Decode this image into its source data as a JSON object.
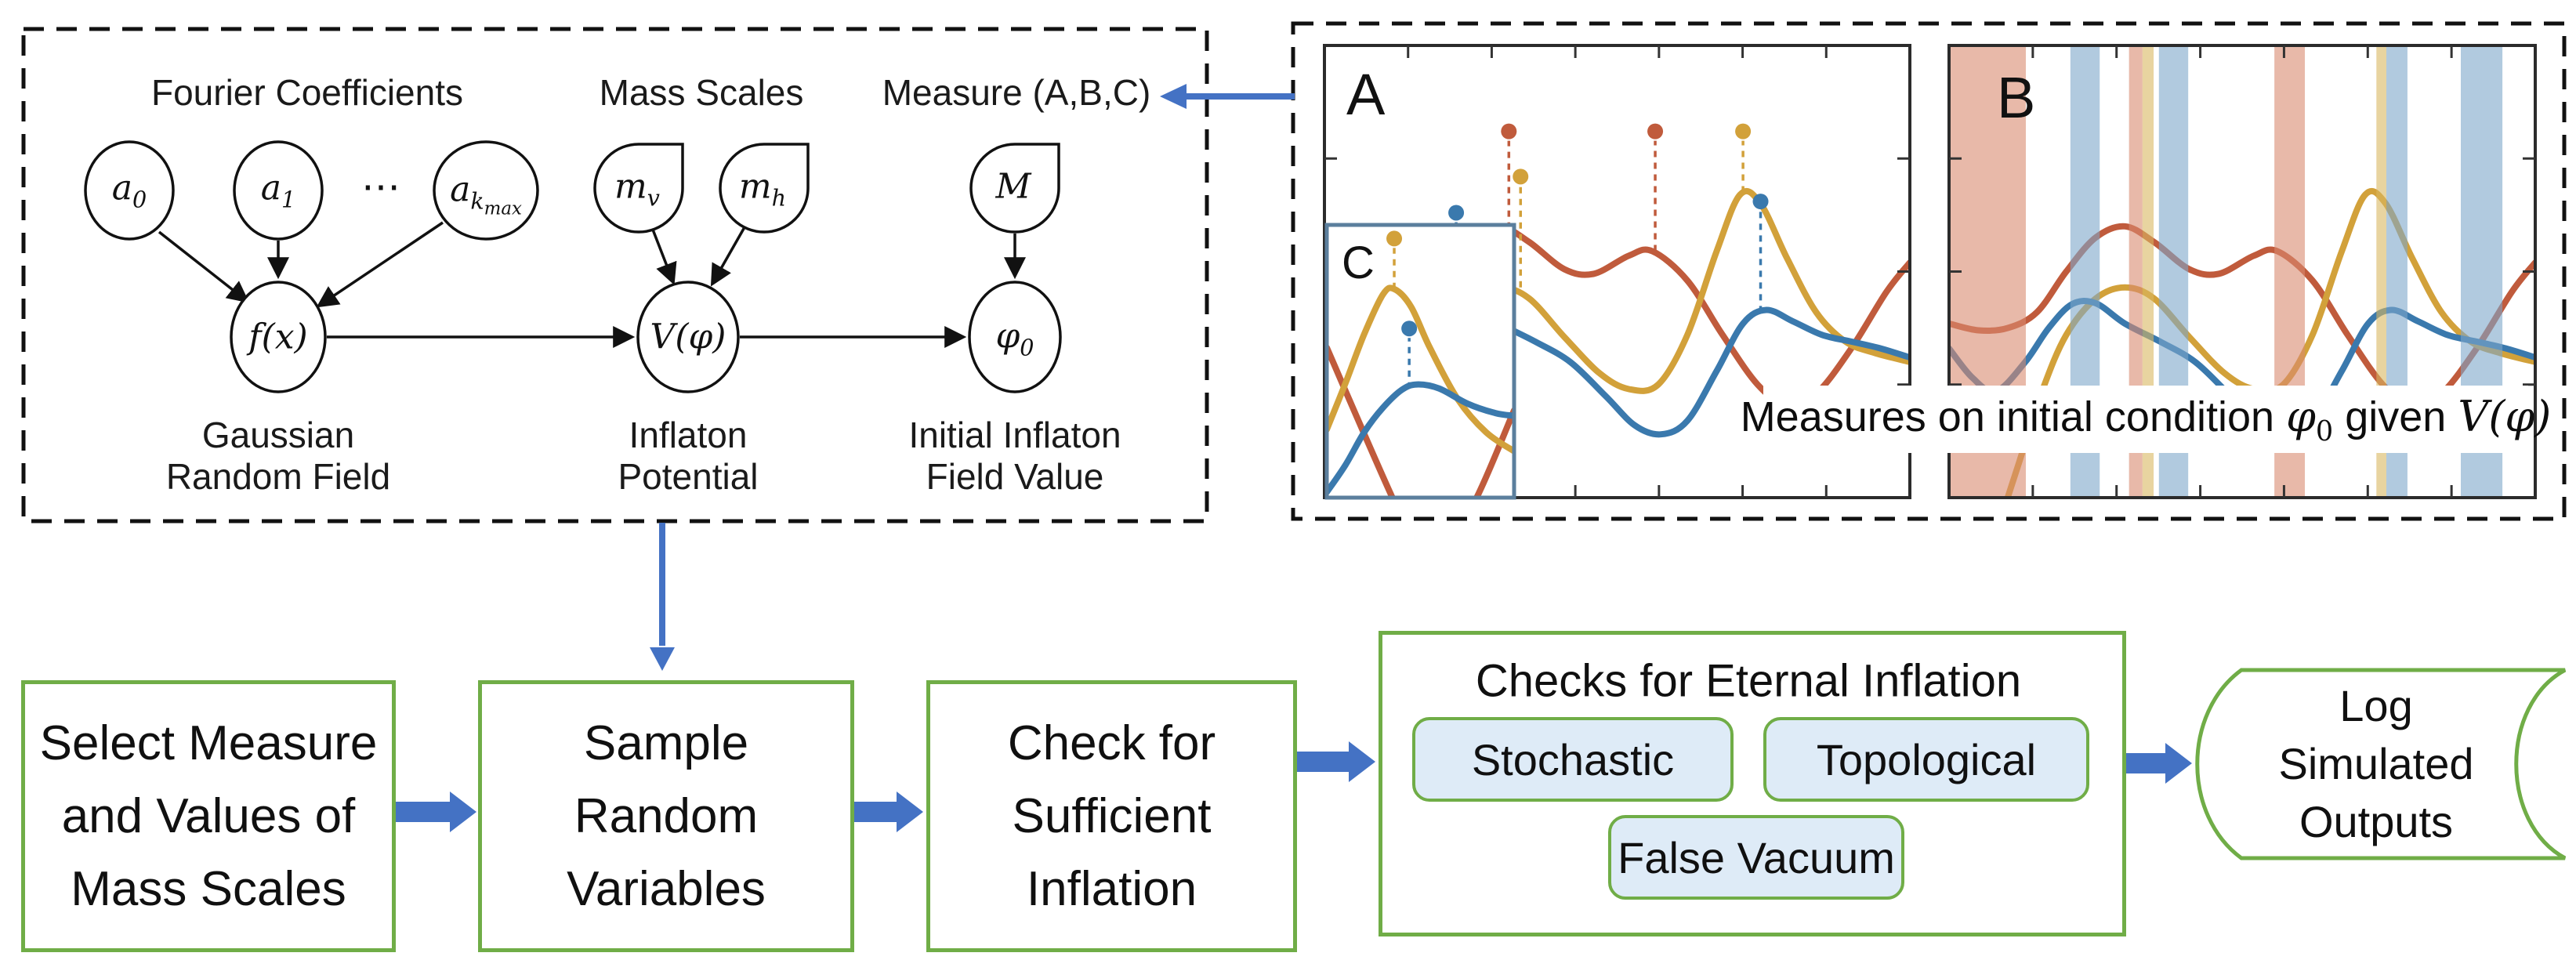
{
  "colors": {
    "accent_blue_arrow": "#4472C4",
    "flow_green": "#70AD47",
    "pill_fill": "#DEEBF7",
    "node_stroke": "#111111",
    "dashed_border": "#111111",
    "series_red": "#c05b3c",
    "series_yellow": "#d2a13a",
    "series_blue": "#3a79ad",
    "band_red": "#d88a70",
    "band_blue": "#7da7c9",
    "band_yellow": "#d8b860",
    "inset_border": "#5b7f9d"
  },
  "model": {
    "group_titles": [
      {
        "text": "Fourier Coefficients"
      },
      {
        "text": "Mass Scales"
      },
      {
        "text": "Measure (A,B,C)"
      }
    ],
    "nodes": {
      "a0": {
        "label_html": "a<sub>0</sub>"
      },
      "a1": {
        "label_html": "a<sub>1</sub>"
      },
      "dots": {
        "label": "⋯"
      },
      "akmax": {
        "label_html": "a<sub>k<sub>max</sub></sub>"
      },
      "mv": {
        "label_html": "m<sub>v</sub>"
      },
      "mh": {
        "label_html": "m<sub>h</sub>"
      },
      "M": {
        "label_html": "M"
      },
      "fx": {
        "label_html": "f(x)"
      },
      "vphi": {
        "label_html": "V(φ)"
      },
      "phi0": {
        "label_html": "φ<sub>0</sub>"
      }
    },
    "node_captions": {
      "fx": [
        "Gaussian",
        "Random Field"
      ],
      "vphi": [
        "Inflaton",
        "Potential"
      ],
      "phi0": [
        "Initial Inflaton",
        "Field Value"
      ]
    }
  },
  "right_panel": {
    "caption_text": "Measures on initial condition φ0 given V(φ)",
    "caption_html": "Measures on initial condition <span class=\"m\">φ<sub>0</sub></span> given <span class=\"m\">V(φ)</span>"
  },
  "flow": {
    "boxes": [
      {
        "lines": [
          "Select Measure",
          "and Values of",
          "Mass Scales"
        ]
      },
      {
        "lines": [
          "Sample",
          "Random",
          "Variables"
        ]
      },
      {
        "lines": [
          "Check for",
          "Sufficient",
          "Inflation"
        ]
      }
    ],
    "checks": {
      "title": "Checks for Eternal Inflation",
      "items": [
        "Stochastic",
        "Topological",
        "False Vacuum"
      ]
    },
    "output": {
      "lines": [
        "Log",
        "Simulated",
        "Outputs"
      ]
    }
  },
  "chart_data": [
    {
      "id": "A",
      "type": "line",
      "label": "A",
      "title": "",
      "xlabel": "",
      "ylabel": "",
      "x_range": [
        0,
        1
      ],
      "y_range": [
        0,
        1
      ],
      "grid": false,
      "ticks": {
        "top": 6,
        "bottom": 6,
        "left": 3,
        "right": 3
      },
      "series": [
        {
          "name": "potential-red",
          "color": "#c05b3c",
          "points": [
            [
              0,
              0.385
            ],
            [
              0.05,
              0.37
            ],
            [
              0.1,
              0.375
            ],
            [
              0.15,
              0.41
            ],
            [
              0.2,
              0.5
            ],
            [
              0.25,
              0.575
            ],
            [
              0.3,
              0.6
            ],
            [
              0.35,
              0.565
            ],
            [
              0.41,
              0.505
            ],
            [
              0.46,
              0.495
            ],
            [
              0.52,
              0.535
            ],
            [
              0.56,
              0.545
            ],
            [
              0.62,
              0.48
            ],
            [
              0.68,
              0.36
            ],
            [
              0.74,
              0.25
            ],
            [
              0.79,
              0.205
            ],
            [
              0.84,
              0.23
            ],
            [
              0.9,
              0.33
            ],
            [
              0.96,
              0.455
            ],
            [
              1,
              0.52
            ]
          ]
        },
        {
          "name": "potential-yellow",
          "color": "#d2a13a",
          "points": [
            [
              0.08,
              -0.08
            ],
            [
              0.12,
              0.08
            ],
            [
              0.16,
              0.24
            ],
            [
              0.2,
              0.36
            ],
            [
              0.25,
              0.44
            ],
            [
              0.3,
              0.465
            ],
            [
              0.35,
              0.44
            ],
            [
              0.41,
              0.355
            ],
            [
              0.47,
              0.275
            ],
            [
              0.52,
              0.24
            ],
            [
              0.57,
              0.25
            ],
            [
              0.62,
              0.36
            ],
            [
              0.67,
              0.545
            ],
            [
              0.71,
              0.67
            ],
            [
              0.745,
              0.65
            ],
            [
              0.79,
              0.53
            ],
            [
              0.84,
              0.41
            ],
            [
              0.89,
              0.345
            ],
            [
              0.94,
              0.32
            ],
            [
              1,
              0.3
            ]
          ]
        },
        {
          "name": "potential-blue",
          "color": "#3a79ad",
          "points": [
            [
              0,
              0.305
            ],
            [
              0.05,
              0.315
            ],
            [
              0.1,
              0.34
            ],
            [
              0.15,
              0.395
            ],
            [
              0.2,
              0.43
            ],
            [
              0.245,
              0.432
            ],
            [
              0.3,
              0.385
            ],
            [
              0.36,
              0.345
            ],
            [
              0.42,
              0.3
            ],
            [
              0.48,
              0.225
            ],
            [
              0.53,
              0.16
            ],
            [
              0.575,
              0.14
            ],
            [
              0.62,
              0.17
            ],
            [
              0.67,
              0.28
            ],
            [
              0.715,
              0.385
            ],
            [
              0.755,
              0.415
            ],
            [
              0.8,
              0.39
            ],
            [
              0.85,
              0.36
            ],
            [
              0.9,
              0.345
            ],
            [
              0.95,
              0.33
            ],
            [
              1,
              0.31
            ]
          ]
        }
      ],
      "markers": [
        {
          "series": "potential-blue",
          "color": "#3a79ad",
          "x": 0.225,
          "curve_y": 0.44,
          "dot_y": 0.63
        },
        {
          "series": "potential-red",
          "color": "#c05b3c",
          "x": 0.315,
          "curve_y": 0.595,
          "dot_y": 0.81
        },
        {
          "series": "potential-yellow",
          "color": "#d2a13a",
          "x": 0.335,
          "curve_y": 0.465,
          "dot_y": 0.71
        },
        {
          "series": "potential-red",
          "color": "#c05b3c",
          "x": 0.565,
          "curve_y": 0.545,
          "dot_y": 0.81
        },
        {
          "series": "potential-yellow",
          "color": "#d2a13a",
          "x": 0.715,
          "curve_y": 0.675,
          "dot_y": 0.81
        },
        {
          "series": "potential-blue",
          "color": "#3a79ad",
          "x": 0.745,
          "curve_y": 0.41,
          "dot_y": 0.655
        }
      ],
      "bands": []
    },
    {
      "id": "B",
      "type": "line",
      "label": "B",
      "title": "",
      "xlabel": "",
      "ylabel": "",
      "x_range": [
        0,
        1
      ],
      "y_range": [
        0,
        1
      ],
      "grid": false,
      "ticks": {
        "top": 6,
        "bottom": 6,
        "left": 3,
        "right": 3
      },
      "series": [
        {
          "name": "potential-red",
          "color": "#c05b3c",
          "points": [
            [
              0,
              0.385
            ],
            [
              0.05,
              0.37
            ],
            [
              0.1,
              0.375
            ],
            [
              0.15,
              0.41
            ],
            [
              0.2,
              0.5
            ],
            [
              0.25,
              0.575
            ],
            [
              0.3,
              0.6
            ],
            [
              0.35,
              0.565
            ],
            [
              0.41,
              0.505
            ],
            [
              0.46,
              0.495
            ],
            [
              0.52,
              0.535
            ],
            [
              0.56,
              0.545
            ],
            [
              0.62,
              0.48
            ],
            [
              0.68,
              0.36
            ],
            [
              0.74,
              0.25
            ],
            [
              0.79,
              0.205
            ],
            [
              0.84,
              0.23
            ],
            [
              0.9,
              0.33
            ],
            [
              0.96,
              0.455
            ],
            [
              1,
              0.52
            ]
          ]
        },
        {
          "name": "potential-yellow",
          "color": "#d2a13a",
          "points": [
            [
              0.08,
              -0.08
            ],
            [
              0.12,
              0.08
            ],
            [
              0.16,
              0.24
            ],
            [
              0.2,
              0.36
            ],
            [
              0.25,
              0.44
            ],
            [
              0.3,
              0.465
            ],
            [
              0.35,
              0.44
            ],
            [
              0.41,
              0.355
            ],
            [
              0.47,
              0.275
            ],
            [
              0.52,
              0.24
            ],
            [
              0.57,
              0.25
            ],
            [
              0.62,
              0.36
            ],
            [
              0.67,
              0.545
            ],
            [
              0.71,
              0.67
            ],
            [
              0.745,
              0.65
            ],
            [
              0.79,
              0.53
            ],
            [
              0.84,
              0.41
            ],
            [
              0.89,
              0.345
            ],
            [
              0.94,
              0.32
            ],
            [
              1,
              0.3
            ]
          ]
        },
        {
          "name": "potential-blue",
          "color": "#3a79ad",
          "points": [
            [
              0,
              0.33
            ],
            [
              0.04,
              0.265
            ],
            [
              0.08,
              0.235
            ],
            [
              0.13,
              0.3
            ],
            [
              0.17,
              0.375
            ],
            [
              0.21,
              0.428
            ],
            [
              0.25,
              0.43
            ],
            [
              0.3,
              0.385
            ],
            [
              0.36,
              0.345
            ],
            [
              0.42,
              0.3
            ],
            [
              0.48,
              0.225
            ],
            [
              0.53,
              0.16
            ],
            [
              0.575,
              0.14
            ],
            [
              0.62,
              0.17
            ],
            [
              0.67,
              0.28
            ],
            [
              0.715,
              0.385
            ],
            [
              0.755,
              0.415
            ],
            [
              0.8,
              0.39
            ],
            [
              0.85,
              0.36
            ],
            [
              0.9,
              0.345
            ],
            [
              0.95,
              0.33
            ],
            [
              1,
              0.31
            ]
          ]
        }
      ],
      "markers": [],
      "bands": [
        {
          "color": "#d88a70",
          "x0": 0.0,
          "x1": 0.131
        },
        {
          "color": "#7da7c9",
          "x0": 0.207,
          "x1": 0.257
        },
        {
          "color": "#d88a70",
          "x0": 0.307,
          "x1": 0.33
        },
        {
          "color": "#d8b860",
          "x0": 0.33,
          "x1": 0.349
        },
        {
          "color": "#7da7c9",
          "x0": 0.358,
          "x1": 0.408
        },
        {
          "color": "#d88a70",
          "x0": 0.555,
          "x1": 0.607
        },
        {
          "color": "#d8b860",
          "x0": 0.729,
          "x1": 0.746
        },
        {
          "color": "#7da7c9",
          "x0": 0.746,
          "x1": 0.782
        },
        {
          "color": "#7da7c9",
          "x0": 0.873,
          "x1": 0.944
        }
      ]
    },
    {
      "id": "C",
      "type": "line",
      "label": "C",
      "title": "",
      "xlabel": "",
      "ylabel": "",
      "inset_of": "A",
      "x_range": [
        0,
        1
      ],
      "y_range": [
        0,
        1
      ],
      "grid": false,
      "ticks": {
        "top": 0,
        "bottom": 0,
        "left": 0,
        "right": 0
      },
      "series": [
        {
          "name": "potential-red",
          "color": "#c05b3c",
          "points": [
            [
              0,
              0.55
            ],
            [
              0.35,
              0.0
            ],
            [
              0.5,
              -0.2
            ],
            [
              0.62,
              -0.2
            ],
            [
              0.8,
              0.0
            ],
            [
              1,
              0.32
            ]
          ]
        },
        {
          "name": "potential-yellow",
          "color": "#d2a13a",
          "points": [
            [
              0,
              0.25
            ],
            [
              0.1,
              0.42
            ],
            [
              0.2,
              0.6
            ],
            [
              0.3,
              0.745
            ],
            [
              0.36,
              0.765
            ],
            [
              0.45,
              0.7
            ],
            [
              0.55,
              0.55
            ],
            [
              0.7,
              0.36
            ],
            [
              0.85,
              0.24
            ],
            [
              1,
              0.17
            ]
          ]
        },
        {
          "name": "potential-blue",
          "color": "#3a79ad",
          "points": [
            [
              0,
              0.02
            ],
            [
              0.1,
              0.12
            ],
            [
              0.2,
              0.24
            ],
            [
              0.3,
              0.33
            ],
            [
              0.4,
              0.395
            ],
            [
              0.48,
              0.415
            ],
            [
              0.6,
              0.4
            ],
            [
              0.75,
              0.345
            ],
            [
              0.9,
              0.31
            ],
            [
              1,
              0.3
            ]
          ]
        }
      ],
      "markers": [
        {
          "series": "potential-yellow",
          "color": "#d2a13a",
          "x": 0.36,
          "curve_y": 0.765,
          "dot_y": 0.95
        },
        {
          "series": "potential-blue",
          "color": "#3a79ad",
          "x": 0.44,
          "curve_y": 0.4,
          "dot_y": 0.62
        }
      ],
      "bands": []
    }
  ]
}
